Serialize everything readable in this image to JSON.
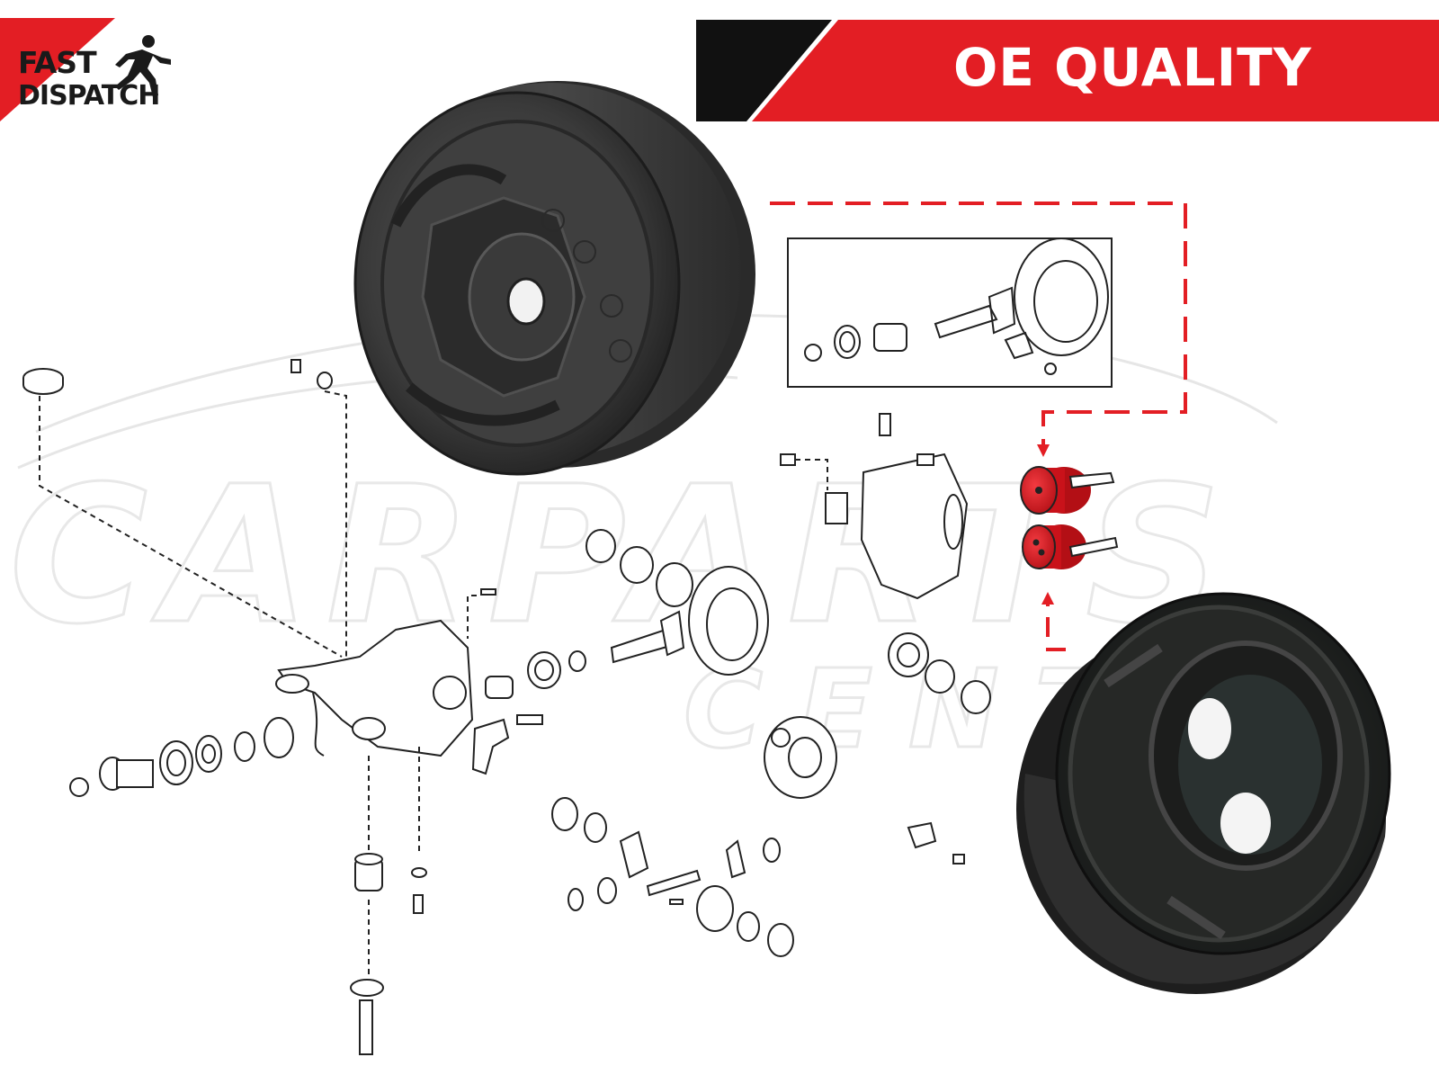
{
  "badges": {
    "fast_word": "FAST",
    "dispatch_word": "DISPATCH",
    "quality_label": "OE QUALITY"
  },
  "watermark": {
    "line1": "CARPARTS",
    "line2": "CENTRE"
  },
  "colors": {
    "accent_red": "#e31e24",
    "black": "#111111",
    "rubber": "#3b3b3b",
    "highlight_part": "#d9141c",
    "line_art": "#222222",
    "watermark": "#ececec"
  },
  "icons": {
    "runner": "running-man-icon"
  }
}
